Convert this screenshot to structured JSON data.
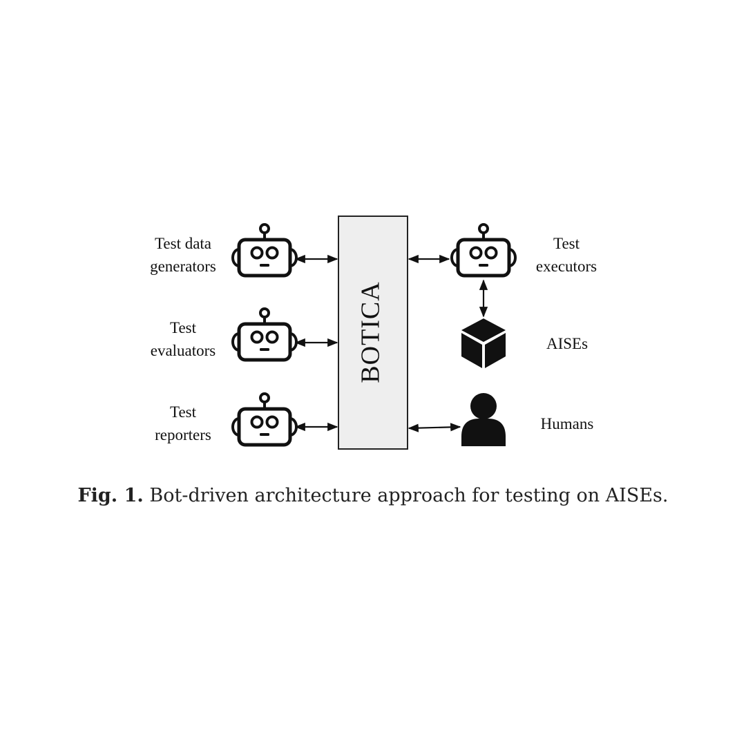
{
  "central": {
    "label": "BOTICA"
  },
  "left_components": [
    {
      "line1": "Test data",
      "line2": "generators",
      "icon": "robot-icon"
    },
    {
      "line1": "Test",
      "line2": "evaluators",
      "icon": "robot-icon"
    },
    {
      "line1": "Test",
      "line2": "reporters",
      "icon": "robot-icon"
    }
  ],
  "right_components": {
    "executors": {
      "line1": "Test",
      "line2": "executors",
      "icon": "robot-icon"
    },
    "aises": {
      "label": "AISEs",
      "icon": "cube-icon"
    },
    "humans": {
      "label": "Humans",
      "icon": "person-icon"
    }
  },
  "caption": {
    "lead": "Fig. 1.",
    "text": "Bot-driven architecture approach for testing on AISEs."
  }
}
